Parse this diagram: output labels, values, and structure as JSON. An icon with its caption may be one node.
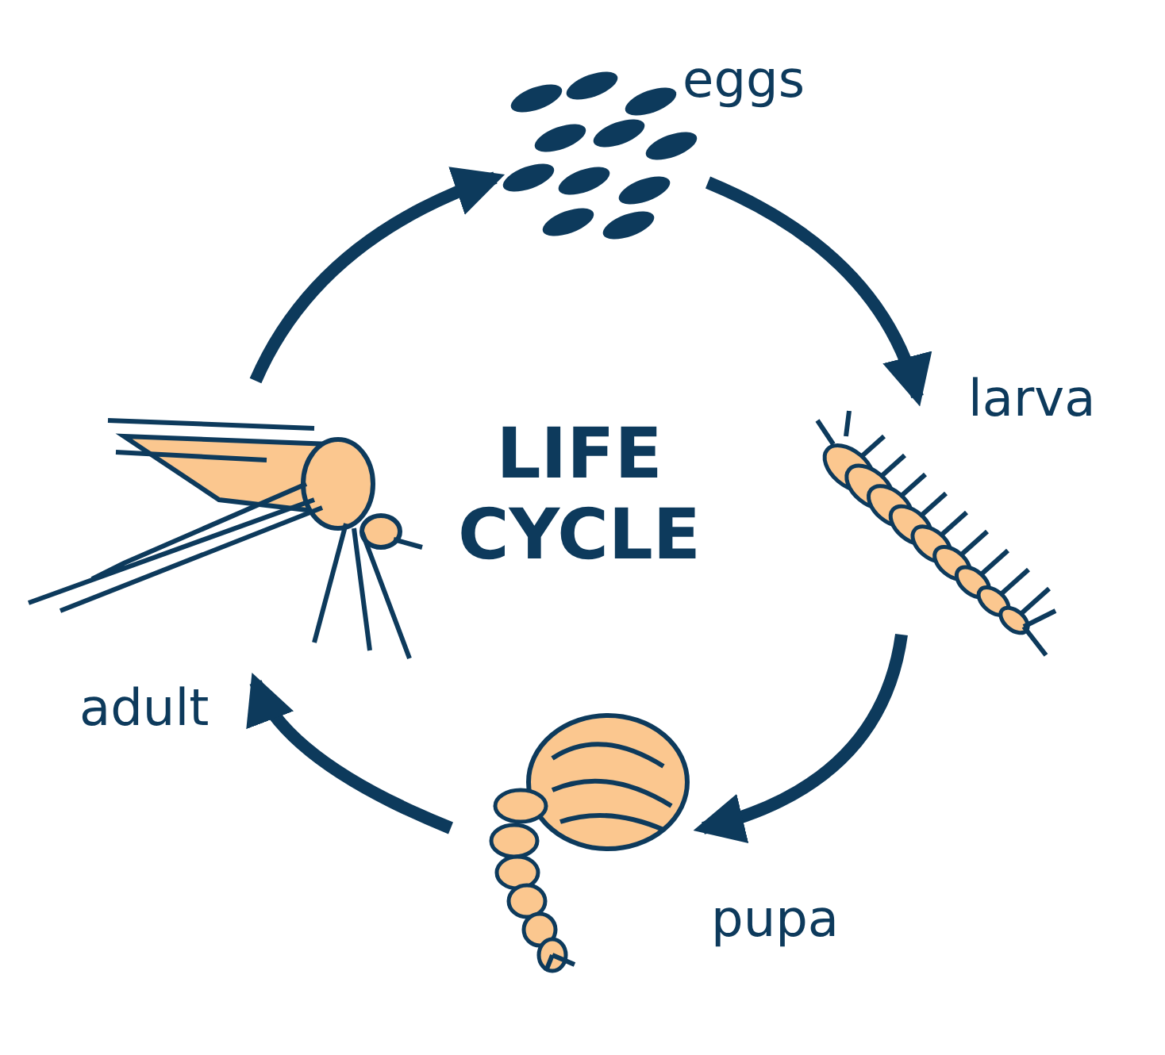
{
  "diagram": {
    "title": "LIFE CYCLE",
    "nodes": [
      {
        "text": [],
        "shape": "picture",
        "beside": [
          "eggs"
        ]
      },
      {
        "text": [],
        "shape": "picture",
        "beside": [
          "larva"
        ]
      },
      {
        "text": [],
        "shape": "picture",
        "beside": [
          "pupa"
        ]
      },
      {
        "text": [],
        "shape": "picture",
        "beside": [
          "adult"
        ]
      }
    ],
    "edges": [
      {
        "from": 0,
        "to": 1,
        "arrow": "to"
      },
      {
        "from": 1,
        "to": 2,
        "arrow": "to"
      },
      {
        "from": 2,
        "to": 3,
        "arrow": "to"
      },
      {
        "from": 3,
        "to": 0,
        "arrow": "to"
      }
    ]
  }
}
